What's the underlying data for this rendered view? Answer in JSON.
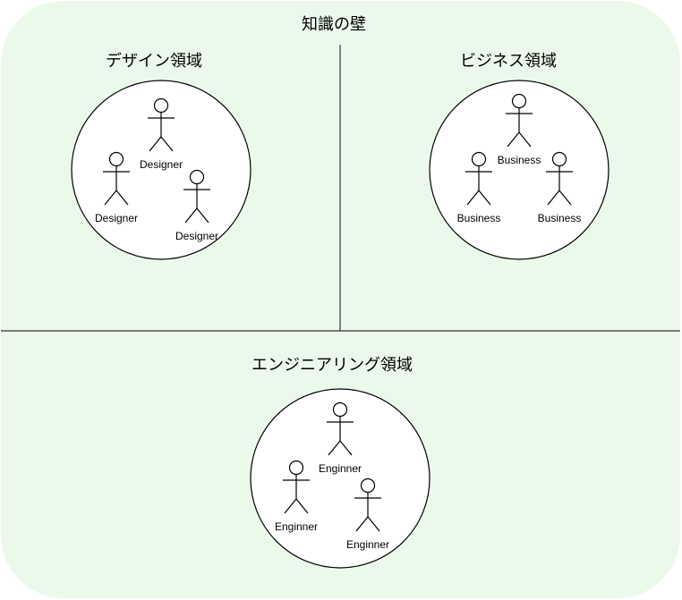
{
  "diagram": {
    "title": "知識の壁",
    "background_color": "#ebf9eb",
    "regions": {
      "design": {
        "title": "デザイン領域",
        "people": [
          "Designer",
          "Designer",
          "Designer"
        ]
      },
      "business": {
        "title": "ビジネス領域",
        "people": [
          "Business",
          "Business",
          "Business"
        ]
      },
      "engineering": {
        "title": "エンジニアリング領域",
        "people": [
          "Enginner",
          "Enginner",
          "Enginner"
        ]
      }
    }
  }
}
